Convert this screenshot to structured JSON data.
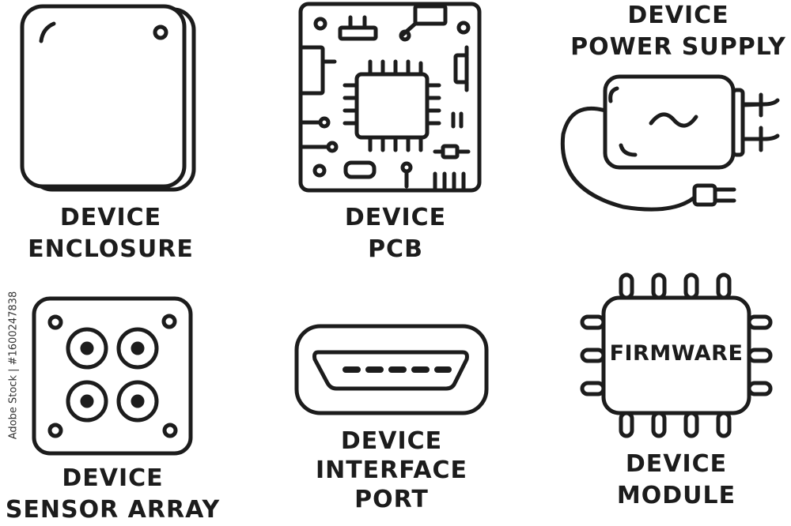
{
  "stroke_color": "#1c1c1c",
  "background_color": "#ffffff",
  "icons": [
    {
      "id": "enclosure",
      "icon": "device-enclosure-icon",
      "label_lines": [
        "DEVICE",
        "ENCLOSURE"
      ]
    },
    {
      "id": "pcb",
      "icon": "circuit-board-icon",
      "label_lines": [
        "DEVICE",
        "PCB"
      ]
    },
    {
      "id": "power",
      "icon": "power-adapter-icon",
      "label_lines": [
        "DEVICE",
        "POWER SUPPLY"
      ]
    },
    {
      "id": "sensor",
      "icon": "sensor-array-icon",
      "label_lines": [
        "DEVICE",
        "SENSOR ARRAY"
      ]
    },
    {
      "id": "port",
      "icon": "hdmi-port-icon",
      "label_lines": [
        "DEVICE",
        "INTERFACE",
        "PORT"
      ]
    },
    {
      "id": "module",
      "icon": "chip-module-icon",
      "label_lines": [
        "DEVICE",
        "MODULE"
      ],
      "chip_text": "FIRMWARE"
    }
  ],
  "side_text": "Adobe Stock | #1600247838"
}
